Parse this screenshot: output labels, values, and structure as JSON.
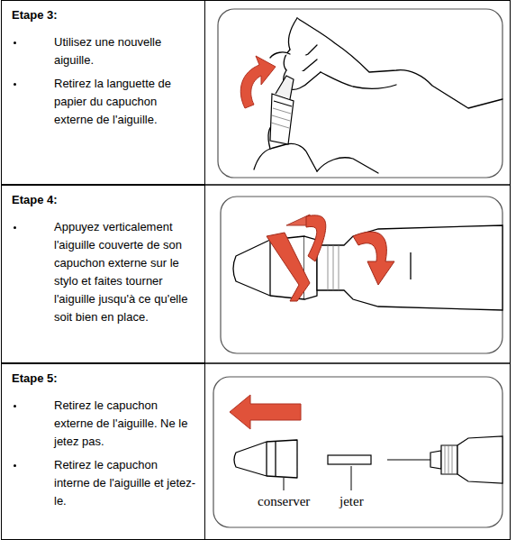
{
  "diagram": {
    "nodes": [
      {
        "text": [
          "Etape 3:",
          "Utilisez une nouvelle aiguille.",
          "Retirez la languette de papier du capuchon externe de l'aiguille."
        ]
      },
      {
        "text": [
          "Etape 4:",
          "Appuyez verticalement l'aiguille couverte de son capuchon externe sur le stylo et faites tourner l'aiguille jusqu'à ce qu'elle soit bien en place."
        ]
      },
      {
        "text": [
          "Etape 5:",
          "Retirez le capuchon externe de l'aiguille. Ne le jetez pas.",
          "Retirez le capuchon interne de l'aiguille et jetez-le."
        ]
      }
    ],
    "labels": [
      "conserver",
      "jeter"
    ]
  }
}
